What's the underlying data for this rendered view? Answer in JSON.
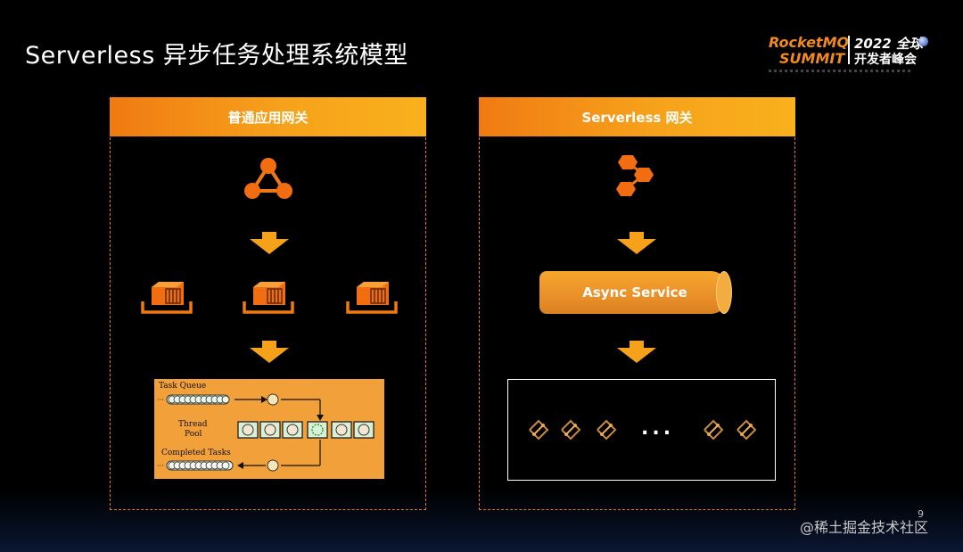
{
  "slide": {
    "title": "Serverless 异步任务处理系统模型",
    "page_number": "9",
    "watermark": "@稀土掘金技术社区"
  },
  "logo": {
    "brand_line1": "RocketMQ",
    "brand_line2": "SUMMIT",
    "event_line1": "2022 全球",
    "event_line2": "开发者峰会"
  },
  "left_panel": {
    "header": "普通应用网关",
    "task_queue": {
      "queue_label": "Task Queue",
      "pool_label_line1": "Thread",
      "pool_label_line2": "Pool",
      "completed_label": "Completed Tasks"
    }
  },
  "right_panel": {
    "header": "Serverless 网关",
    "async_service_label": "Async Service",
    "ellipsis": "..."
  },
  "colors": {
    "accent_orange": "#f39c1c",
    "panel_border": "#e07a22",
    "background": "#000000"
  }
}
